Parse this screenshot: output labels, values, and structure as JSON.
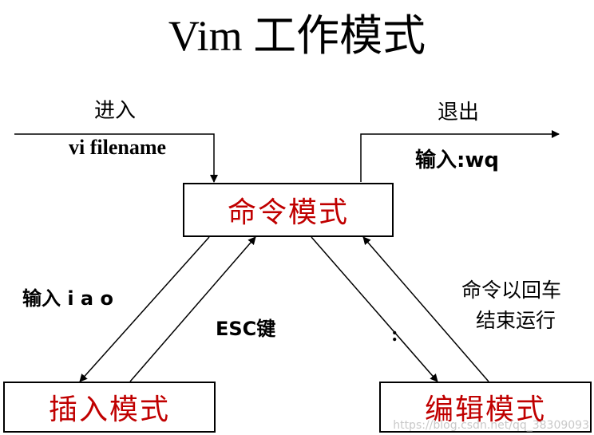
{
  "title": "Vim 工作模式",
  "modes": {
    "command": "命令模式",
    "insert": "插入模式",
    "edit": "编辑模式"
  },
  "labels": {
    "enter": "进入",
    "enter_cmd": "vi filename",
    "exit": "退出",
    "exit_cmd": "输入:wq",
    "insert_keys": "输入 i a o",
    "esc_key": "ESC键",
    "colon": ":",
    "cmd_run_line1": "命令以回车",
    "cmd_run_line2": "结束运行"
  },
  "watermark": "https://blog.csdn.net/qq_38309093"
}
